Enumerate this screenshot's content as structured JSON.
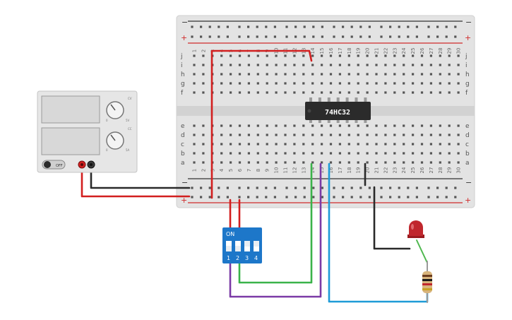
{
  "breadboard": {
    "row_letters_top": [
      "j",
      "i",
      "h",
      "g",
      "f"
    ],
    "row_letters_bottom": [
      "e",
      "d",
      "c",
      "b",
      "a"
    ],
    "rail_minus": "−",
    "rail_plus": "+",
    "column_count": 30
  },
  "chip": {
    "label": "74HC32"
  },
  "power_supply": {
    "off_label": "OFF",
    "cc_label": "CC",
    "cv_label": "CV",
    "voltage_label": "5V",
    "current_label": "5A",
    "zero_label": "0"
  },
  "dip_switch": {
    "on_label": "ON",
    "numbers": [
      "1",
      "2",
      "3",
      "4"
    ]
  },
  "colors": {
    "breadboard": "#e2e2e2",
    "rail_red": "#d02a2a",
    "rail_black": "#333333",
    "wire_red": "#d21f1f",
    "wire_black": "#2a2a2a",
    "wire_green": "#3ab34a",
    "wire_purple": "#7b3aa6",
    "wire_blue": "#1e9bd7",
    "chip": "#2b2b2b",
    "dip_body": "#1d77c9",
    "led": "#c0272d"
  }
}
